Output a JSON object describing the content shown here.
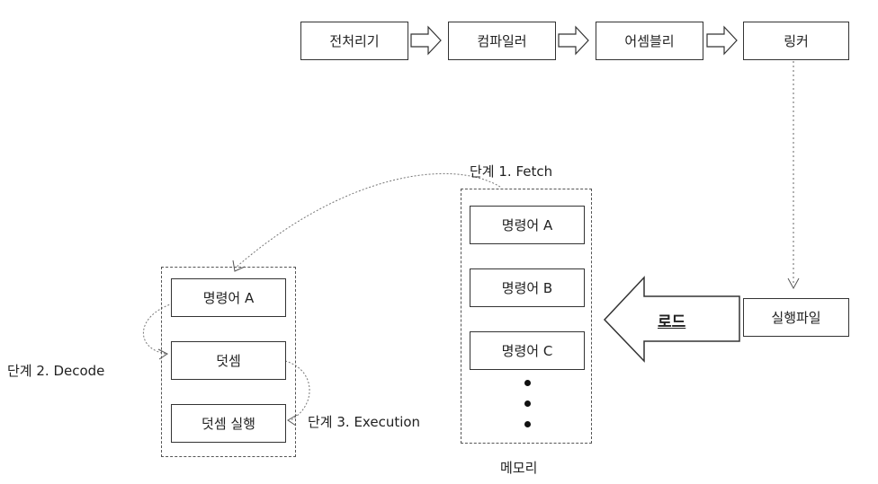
{
  "pipeline": {
    "preprocessor": "전처리기",
    "compiler": "컴파일러",
    "assembler": "어셈블리",
    "linker": "링커"
  },
  "executable": "실행파일",
  "load_label": "로드",
  "memory": {
    "caption": "메모리",
    "step_label": "단계 1. Fetch",
    "instructions": [
      "명령어 A",
      "명령어 B",
      "명령어 C"
    ]
  },
  "cpu": {
    "decode_label": "단계 2. Decode",
    "execute_label": "단계 3. Execution",
    "instruction": "명령어 A",
    "decoded": "덧셈",
    "executing": "덧셈 실행"
  }
}
